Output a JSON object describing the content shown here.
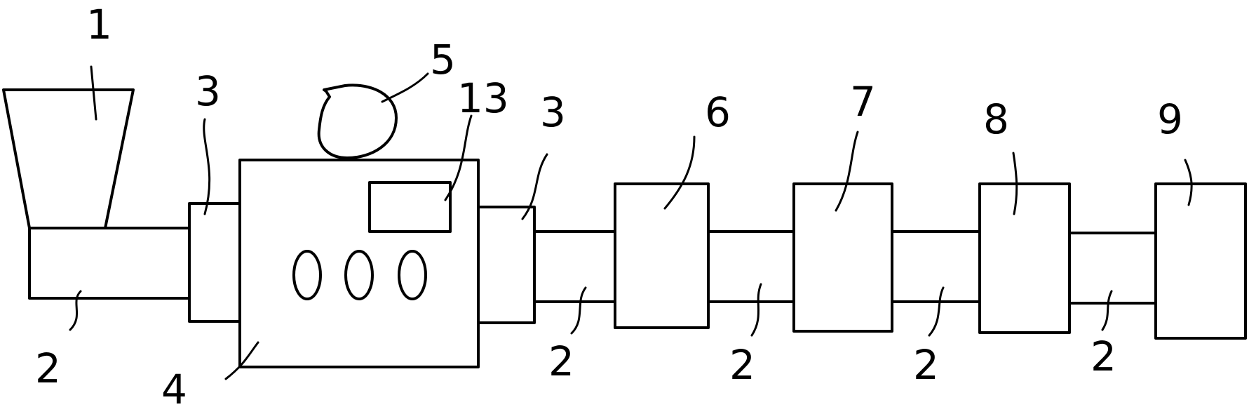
{
  "labels": {
    "hopper": "1",
    "pipe": "2",
    "coupling": "3",
    "main_unit": "4",
    "fan": "5",
    "unit_6": "6",
    "unit_7": "7",
    "unit_8": "8",
    "unit_9": "9",
    "panel": "13"
  }
}
